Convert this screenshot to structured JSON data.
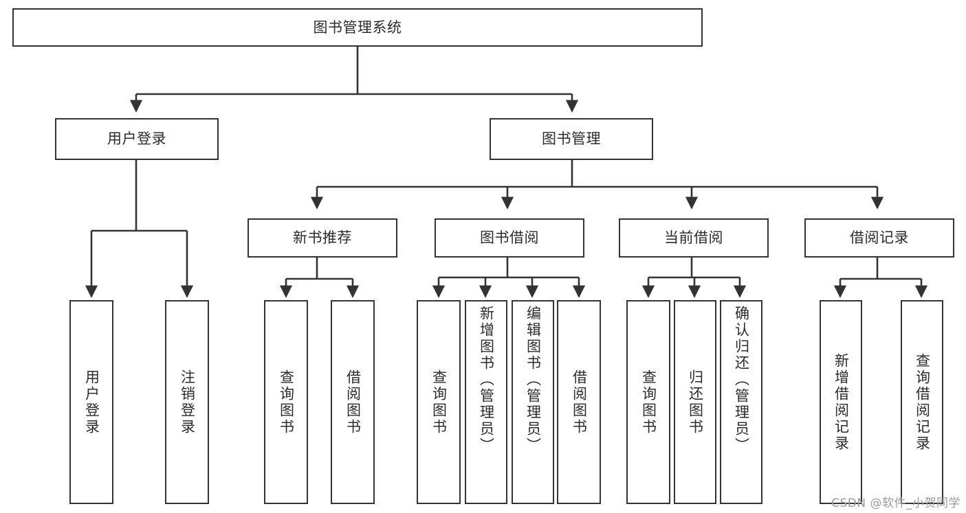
{
  "diagram": {
    "type": "tree-hierarchy-chart",
    "title": "图书管理系统",
    "root": {
      "id": "root",
      "label": "图书管理系统"
    },
    "level1": [
      {
        "id": "user-login",
        "label": "用户登录"
      },
      {
        "id": "book-management",
        "label": "图书管理"
      }
    ],
    "level2": [
      {
        "id": "new-book-recommend",
        "label": "新书推荐",
        "parent": "book-management"
      },
      {
        "id": "book-borrow",
        "label": "图书借阅",
        "parent": "book-management"
      },
      {
        "id": "current-borrow",
        "label": "当前借阅",
        "parent": "book-management"
      },
      {
        "id": "borrow-record",
        "label": "借阅记录",
        "parent": "book-management"
      }
    ],
    "leaves": [
      {
        "id": "leaf-user-login",
        "label": "用户登录",
        "parent": "user-login"
      },
      {
        "id": "leaf-user-logout",
        "label": "注销登录",
        "parent": "user-login"
      },
      {
        "id": "leaf-query-book-1",
        "label": "查询图书",
        "parent": "new-book-recommend"
      },
      {
        "id": "leaf-borrow-book-1",
        "label": "借阅图书",
        "parent": "new-book-recommend"
      },
      {
        "id": "leaf-query-book-2",
        "label": "查询图书",
        "parent": "book-borrow"
      },
      {
        "id": "leaf-add-book",
        "label": "新增图书（管理员）",
        "parent": "book-borrow"
      },
      {
        "id": "leaf-edit-book",
        "label": "编辑图书（管理员）",
        "parent": "book-borrow"
      },
      {
        "id": "leaf-borrow-book-2",
        "label": "借阅图书",
        "parent": "book-borrow"
      },
      {
        "id": "leaf-query-book-3",
        "label": "查询图书",
        "parent": "current-borrow"
      },
      {
        "id": "leaf-return-book",
        "label": "归还图书",
        "parent": "current-borrow"
      },
      {
        "id": "leaf-confirm-return",
        "label": "确认归还（管理员）",
        "parent": "current-borrow"
      },
      {
        "id": "leaf-add-record",
        "label": "新增借阅记录",
        "parent": "borrow-record"
      },
      {
        "id": "leaf-query-record",
        "label": "查询借阅记录",
        "parent": "borrow-record"
      }
    ],
    "colors": {
      "stroke": "#333333",
      "text": "#2b2b2b",
      "background": "#ffffff",
      "watermark": "#9a9a9a"
    }
  },
  "watermark": {
    "text": "CSDN @软件_小贺同学"
  }
}
